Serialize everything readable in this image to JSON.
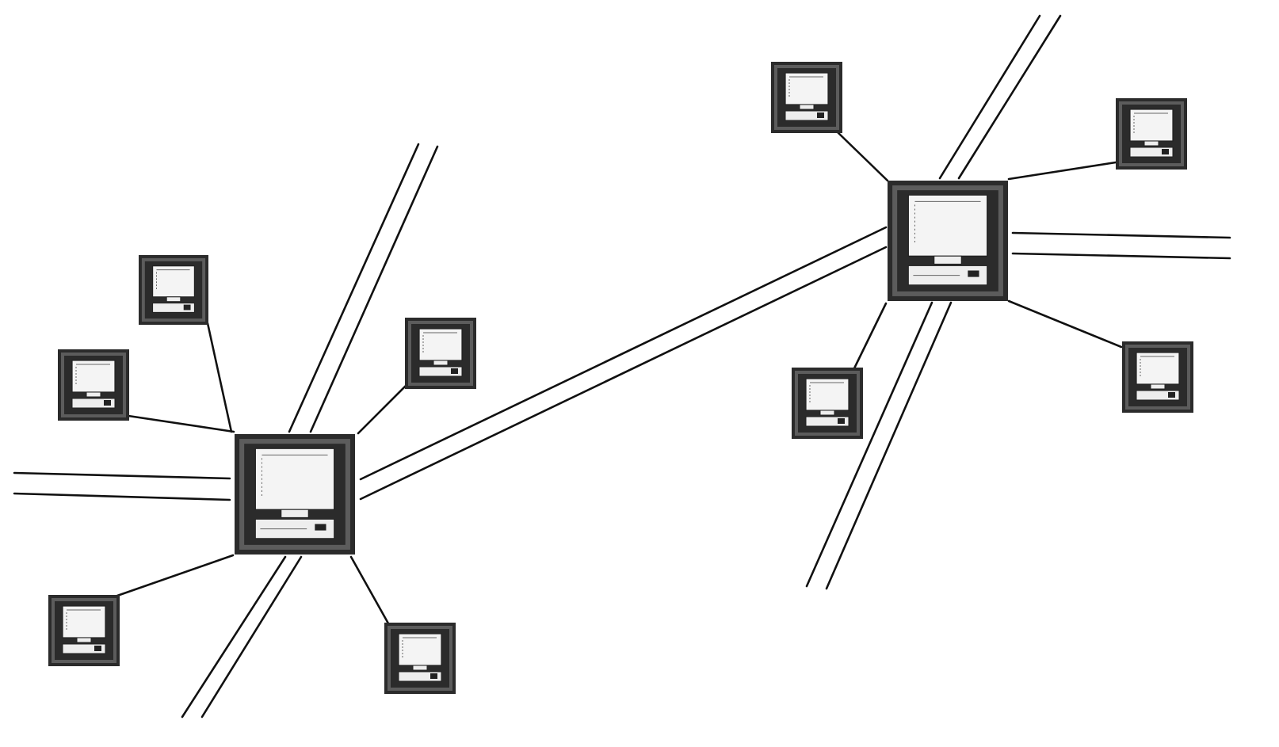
{
  "diagram": {
    "type": "network-topology",
    "hubs": [
      {
        "id": "hub-left",
        "icon": "server-computer-icon",
        "trunks": 4
      },
      {
        "id": "hub-right",
        "icon": "server-computer-icon",
        "trunks": 4
      }
    ],
    "clients": [
      {
        "id": "client-left-1",
        "hub": "hub-left",
        "icon": "desktop-computer-icon"
      },
      {
        "id": "client-left-2",
        "hub": "hub-left",
        "icon": "desktop-computer-icon"
      },
      {
        "id": "client-left-3",
        "hub": "hub-left",
        "icon": "desktop-computer-icon"
      },
      {
        "id": "client-left-4",
        "hub": "hub-left",
        "icon": "desktop-computer-icon"
      },
      {
        "id": "client-left-5",
        "hub": "hub-left",
        "icon": "desktop-computer-icon"
      },
      {
        "id": "client-right-1",
        "hub": "hub-right",
        "icon": "desktop-computer-icon"
      },
      {
        "id": "client-right-2",
        "hub": "hub-right",
        "icon": "desktop-computer-icon"
      },
      {
        "id": "client-right-3",
        "hub": "hub-right",
        "icon": "desktop-computer-icon"
      },
      {
        "id": "client-right-4",
        "hub": "hub-right",
        "icon": "desktop-computer-icon"
      }
    ],
    "links": [
      {
        "from": "hub-left",
        "to": "hub-right",
        "kind": "double-line"
      }
    ],
    "colors": {
      "line": "#111111",
      "frame": "#2b2b2b",
      "background": "#ffffff"
    }
  }
}
